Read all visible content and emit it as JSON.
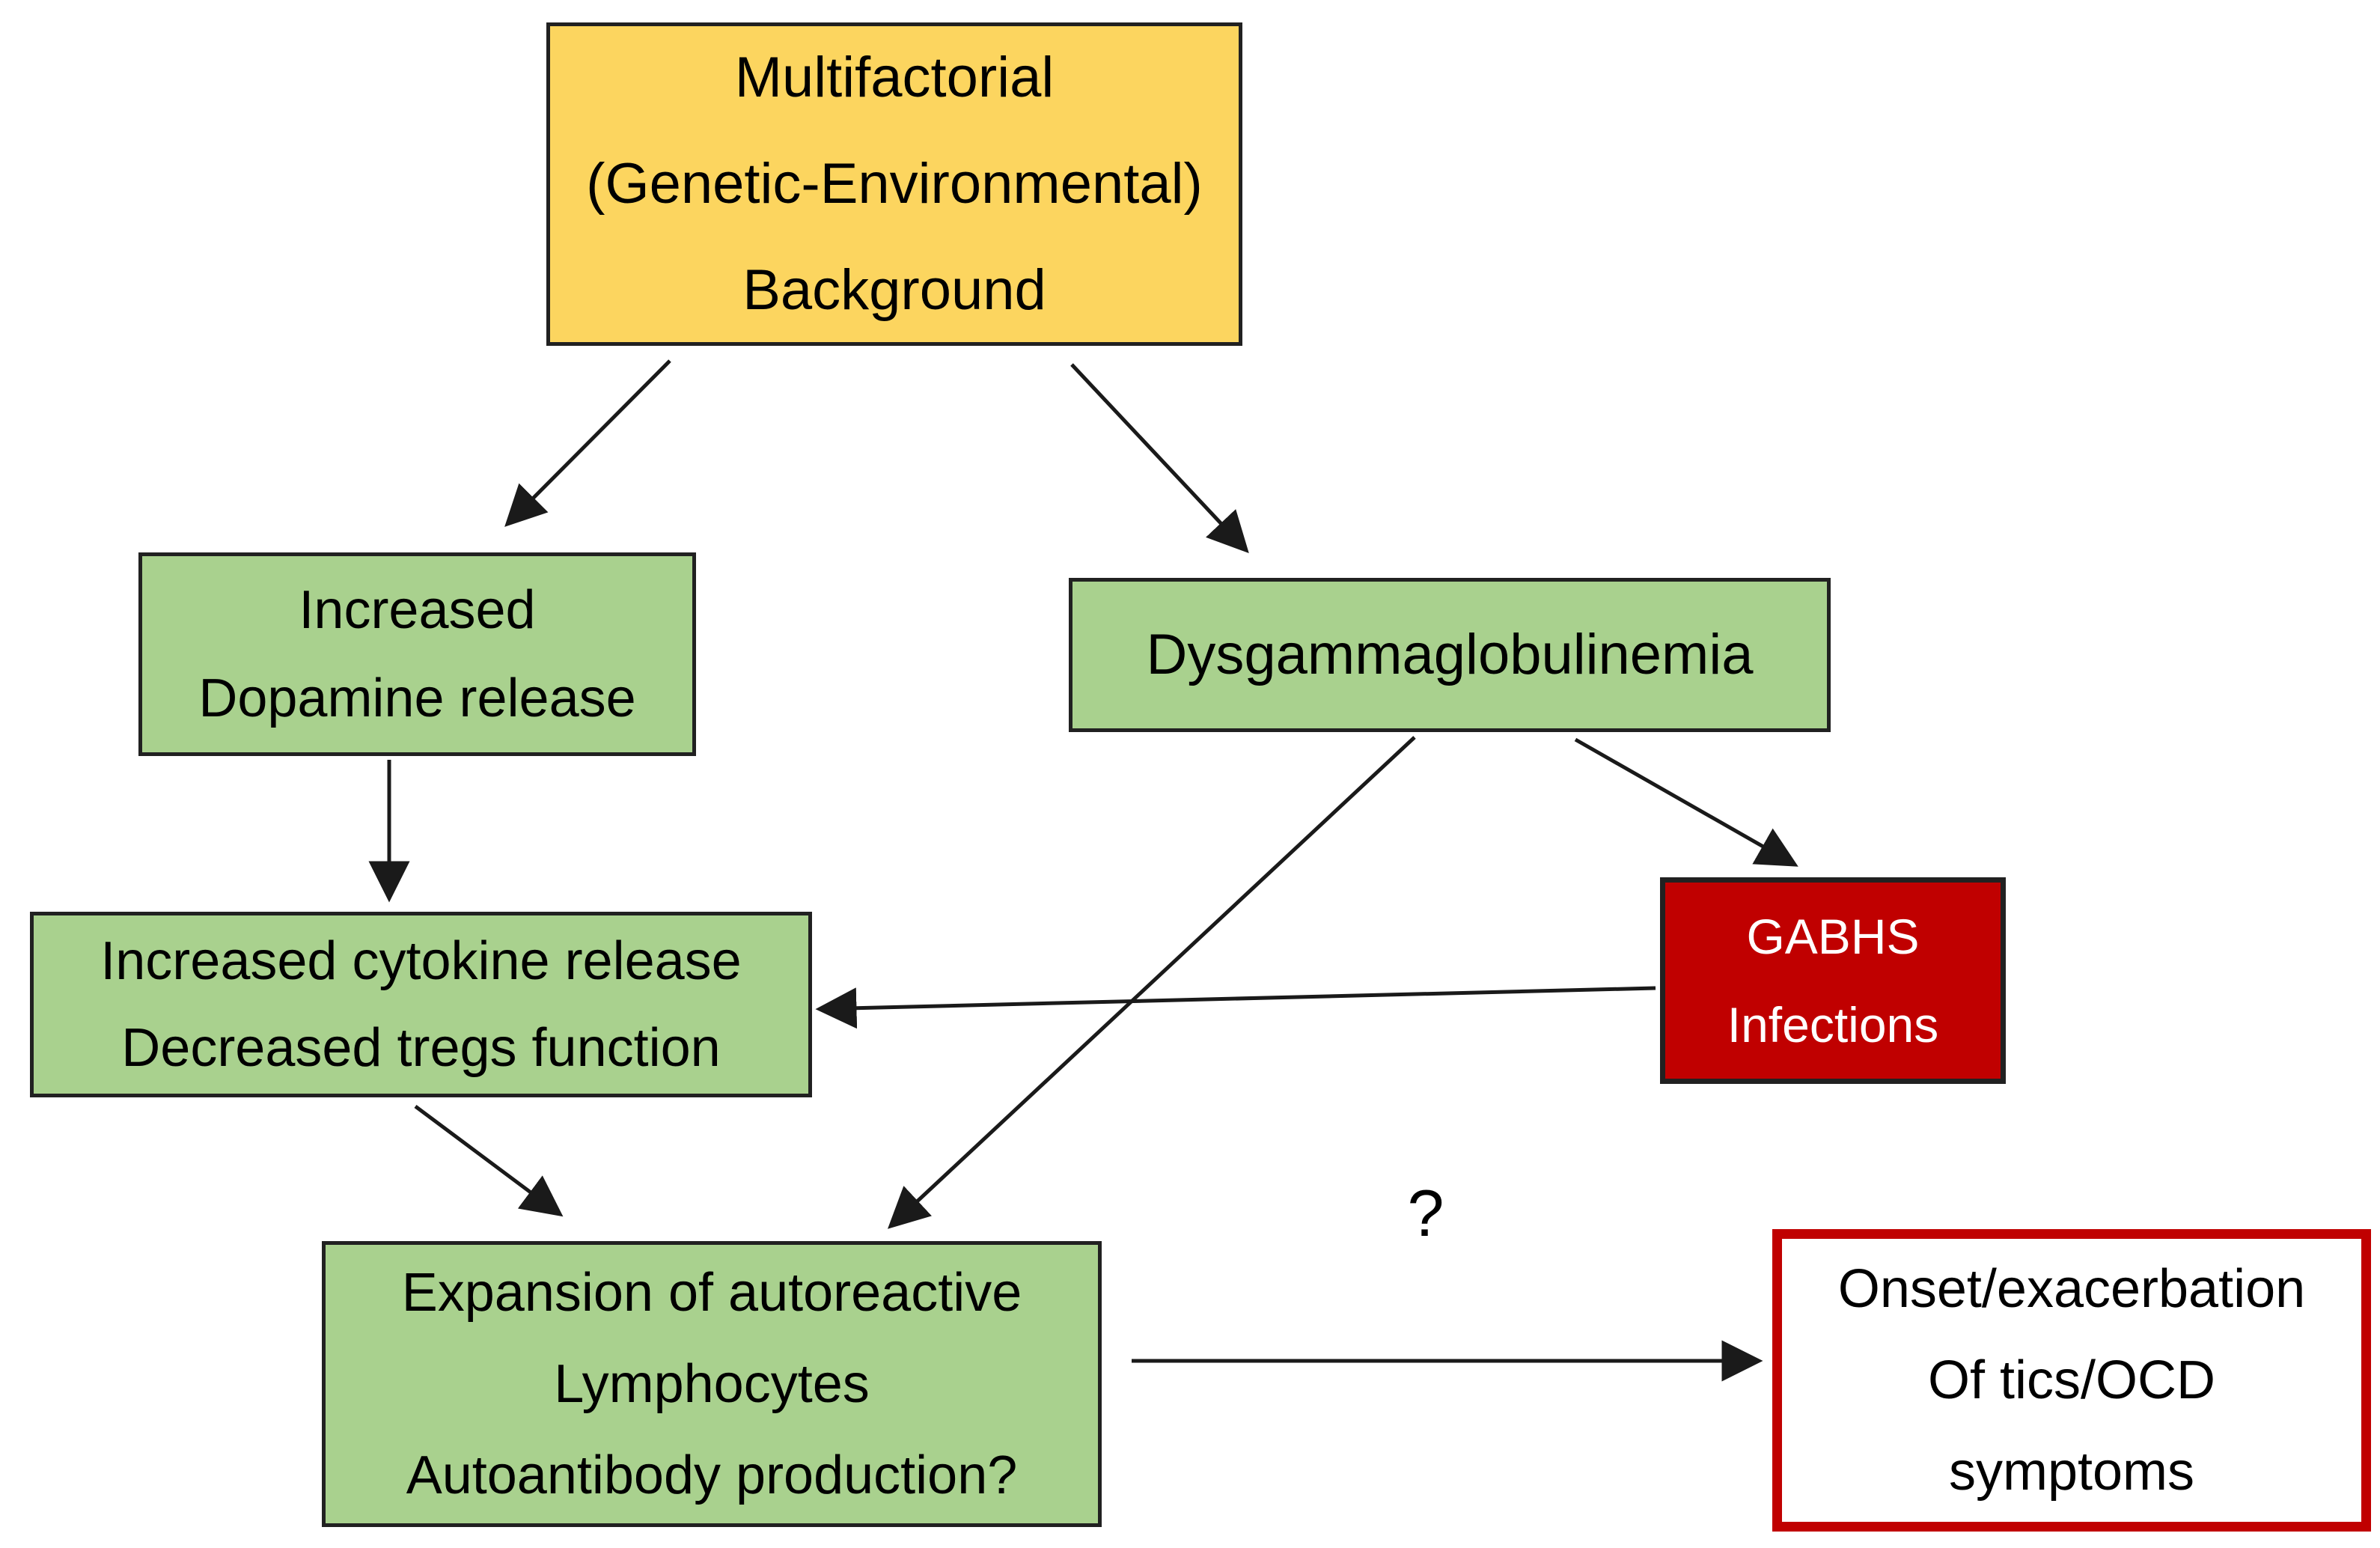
{
  "colors": {
    "yellow": "#FCD55F",
    "green": "#A9D18E",
    "red": "#C00000",
    "box_border": "#212121",
    "onset_border": "#C00000",
    "arrow": "#1A1A1A",
    "background": "#FFFFFF",
    "gabhs_text": "#FFFFFF",
    "text": "#000000"
  },
  "nodes": {
    "multifactorial": {
      "lines": [
        "Multifactorial",
        "(Genetic-Environmental)",
        "Background"
      ]
    },
    "dopamine": {
      "lines": [
        "Increased",
        "Dopamine release"
      ]
    },
    "dysgamma": {
      "lines": [
        "Dysgammaglobulinemia"
      ]
    },
    "cytokine": {
      "lines": [
        "Increased cytokine release",
        "Decreased tregs function"
      ]
    },
    "gabhs": {
      "lines": [
        "GABHS",
        "Infections"
      ]
    },
    "expansion": {
      "lines": [
        "Expansion of autoreactive",
        "Lymphocytes",
        "Autoantibody production?"
      ]
    },
    "onset": {
      "lines": [
        "Onset/exacerbation",
        "Of tics/OCD",
        "symptoms"
      ]
    }
  },
  "annotations": {
    "uncertainty_label": "?"
  },
  "edges": [
    {
      "from": "multifactorial",
      "to": "dopamine"
    },
    {
      "from": "multifactorial",
      "to": "dysgamma"
    },
    {
      "from": "dopamine",
      "to": "cytokine"
    },
    {
      "from": "dysgamma",
      "to": "expansion"
    },
    {
      "from": "dysgamma",
      "to": "gabhs"
    },
    {
      "from": "gabhs",
      "to": "cytokine"
    },
    {
      "from": "cytokine",
      "to": "expansion"
    },
    {
      "from": "expansion",
      "to": "onset",
      "label": "?"
    }
  ]
}
